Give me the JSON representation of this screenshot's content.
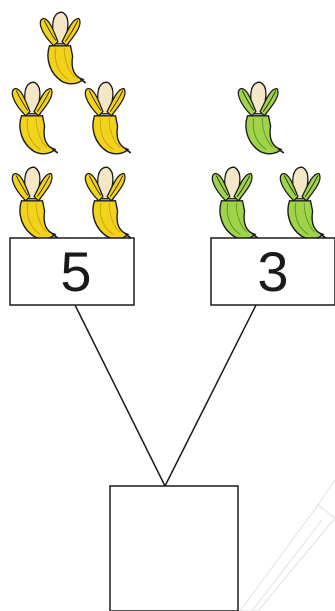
{
  "groups": [
    {
      "count": 5,
      "banana_color": "#f2d21c",
      "banana_shade": "#c9a800",
      "box_number": "5"
    },
    {
      "count": 3,
      "banana_color": "#9fd44a",
      "banana_shade": "#5f9a22",
      "box_number": "3"
    }
  ],
  "sum_box": {
    "number": ""
  },
  "colors": {
    "outline": "#1a1a1a",
    "peel_inner": "#f4e7c8",
    "fruit": "#fbf3dc",
    "watermark": "#e6e6e6"
  },
  "icons": {
    "banana": "peeled-banana-icon",
    "watermark": "pencil-watermark"
  }
}
